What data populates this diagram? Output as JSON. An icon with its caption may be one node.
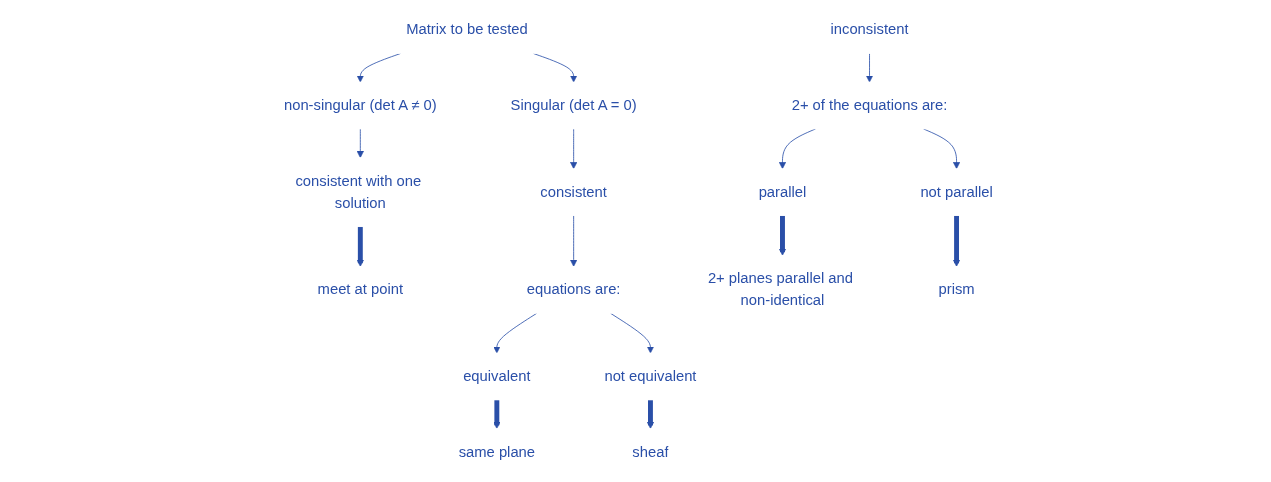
{
  "diagram": {
    "nodes": [
      {
        "text": [
          "Matrix to be tested"
        ]
      },
      {
        "text": [
          "non-singular (det A ≠ 0)"
        ]
      },
      {
        "text": [
          "Singular (det A = 0)"
        ]
      },
      {
        "text": [
          "consistent with one solution"
        ]
      },
      {
        "text": [
          "meet at point"
        ]
      },
      {
        "text": [
          "consistent"
        ]
      },
      {
        "text": [
          "inconsistent"
        ]
      },
      {
        "text": [
          "equations are:"
        ]
      },
      {
        "text": [
          "2+ of the equations are:"
        ]
      },
      {
        "text": [
          "equivalent"
        ]
      },
      {
        "text": [
          "not equivalent"
        ]
      },
      {
        "text": [
          "parallel"
        ]
      },
      {
        "text": [
          "not parallel"
        ]
      },
      {
        "text": [
          "same plane"
        ]
      },
      {
        "text": [
          "sheaf"
        ]
      },
      {
        "text": [
          "2+ planes parallel and non-identical"
        ]
      },
      {
        "text": [
          "prism"
        ]
      }
    ],
    "edges": [
      {
        "from": 0,
        "to": 1,
        "arrow": "to"
      },
      {
        "from": 0,
        "to": 2,
        "arrow": "to"
      },
      {
        "from": 1,
        "to": 3,
        "arrow": "to"
      },
      {
        "from": 3,
        "to": 4,
        "arrow": "to",
        "style": "thick"
      },
      {
        "from": 2,
        "to": 5,
        "arrow": "to"
      },
      {
        "from": 5,
        "to": 7,
        "arrow": "to"
      },
      {
        "from": 6,
        "to": 8,
        "arrow": "to"
      },
      {
        "from": 7,
        "to": 9,
        "arrow": "to"
      },
      {
        "from": 7,
        "to": 10,
        "arrow": "to"
      },
      {
        "from": 8,
        "to": 11,
        "arrow": "to"
      },
      {
        "from": 8,
        "to": 12,
        "arrow": "to"
      },
      {
        "from": 9,
        "to": 13,
        "arrow": "to",
        "style": "thick"
      },
      {
        "from": 10,
        "to": 14,
        "arrow": "to",
        "style": "thick"
      },
      {
        "from": 11,
        "to": 15,
        "arrow": "to",
        "style": "thick"
      },
      {
        "from": 12,
        "to": 16,
        "arrow": "to",
        "style": "thick"
      }
    ]
  }
}
